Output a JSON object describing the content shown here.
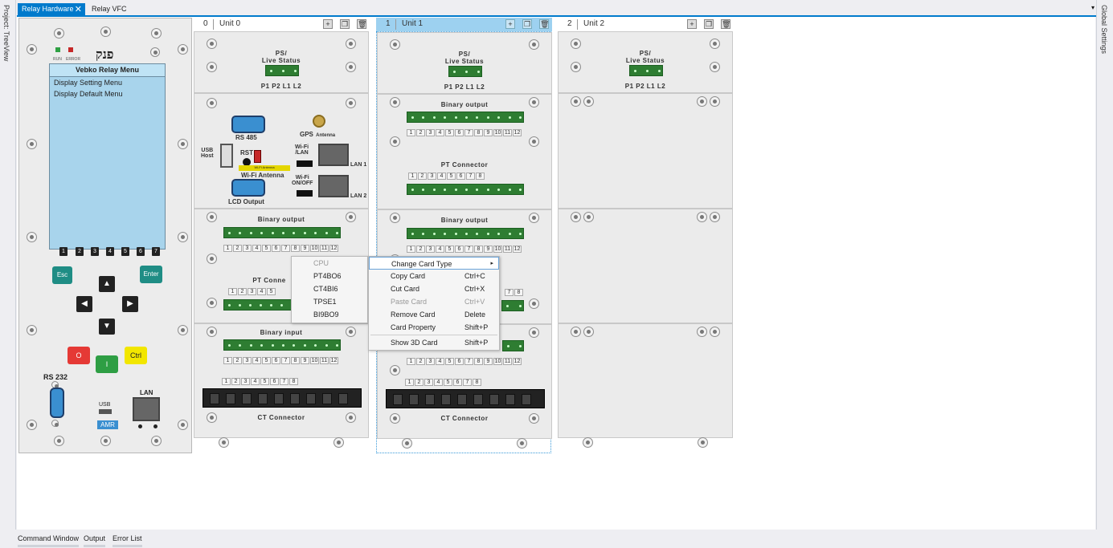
{
  "left_panel": {
    "label": "Project: TreeView"
  },
  "right_panel": {
    "label": "Global Settings"
  },
  "tabs": {
    "active": "Relay Hardware",
    "inactive": "Relay VFC",
    "close_icon": "✕",
    "dropdown_icon": "▾"
  },
  "device": {
    "led1": "RUN",
    "led2": "ERROR",
    "logo": "פנק",
    "lcd_title": "Vebko Relay Menu",
    "lcd_lines": [
      "Display Setting Menu",
      "Display Default Menu"
    ],
    "num_keys": [
      "1",
      "2",
      "3",
      "4",
      "5",
      "6",
      "7"
    ],
    "esc": "Esc",
    "enter": "Enter",
    "up": "▲",
    "down": "▼",
    "left": "◀",
    "right": "▶",
    "off": "O",
    "on": "I",
    "ctrl": "Ctrl",
    "rs232": "RS 232",
    "usb": "USB",
    "amr": "AMR",
    "lan": "LAN"
  },
  "units": [
    {
      "number": "0",
      "name": "Unit 0"
    },
    {
      "number": "1",
      "name": "Unit 1"
    },
    {
      "number": "2",
      "name": "Unit 2"
    }
  ],
  "header_icons": {
    "add": "+",
    "copy": "❐",
    "delete": "🗑"
  },
  "cards": {
    "ps_title": "PS/\nLive Status",
    "ps_line1": "PS/",
    "ps_line2": "Live Status",
    "ps_pins": "P1 P2 L1 L2",
    "binary_output": "Binary output",
    "binary_input": "Binary input",
    "pt_connector": "PT Connector",
    "ct_connector": "CT Connector",
    "rs485": "RS 485",
    "gps": "GPS",
    "gps_ant": "Antenna",
    "usb_host1": "USB",
    "usb_host2": "Host",
    "rst": "RST",
    "wifi_lan1": "Wi-Fi",
    "wifi_lan2": "/LAN",
    "lan1": "LAN 1",
    "lan2": "LAN 2",
    "wifi_antenna": "Wi-Fi Antenna",
    "wifi_antenna_strip": "Wi-Fi Antenna",
    "wifi_onoff1": "Wi-Fi",
    "wifi_onoff2": "ON/OFF",
    "lcd_output": "LCD Output",
    "pt_conn_partial": "PT Conne",
    "nums12": [
      "1",
      "2",
      "3",
      "4",
      "5",
      "6",
      "7",
      "8",
      "9",
      "10",
      "11",
      "12"
    ],
    "nums8": [
      "1",
      "2",
      "3",
      "4",
      "5",
      "6",
      "7",
      "8"
    ]
  },
  "context_submenu": [
    "CPU",
    "PT4BO6",
    "CT4BI6",
    "TPSE1",
    "BI9BO9"
  ],
  "context_menu": [
    {
      "label": "Change Card Type",
      "shortcut": "",
      "arrow": "▸"
    },
    {
      "label": "Copy Card",
      "shortcut": "Ctrl+C"
    },
    {
      "label": "Cut Card",
      "shortcut": "Ctrl+X"
    },
    {
      "label": "Paste Card",
      "shortcut": "Ctrl+V"
    },
    {
      "label": "Remove Card",
      "shortcut": "Delete"
    },
    {
      "label": "Card Property",
      "shortcut": "Shift+P"
    },
    {
      "label": "Show 3D Card",
      "shortcut": "Shift+P"
    }
  ],
  "bottom_tabs": [
    "Command Window",
    "Output",
    "Error List"
  ]
}
